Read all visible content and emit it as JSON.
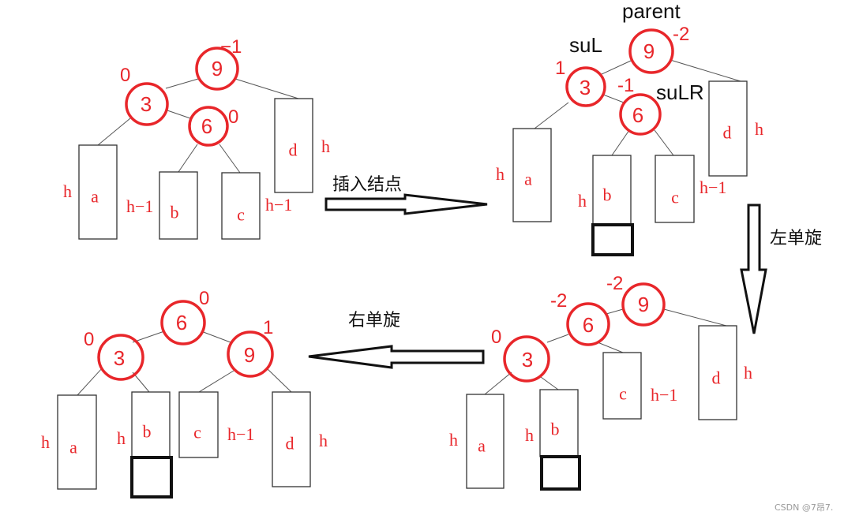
{
  "diagram": {
    "step_labels": {
      "insert": "插入结点",
      "left_rotate": "左单旋",
      "right_rotate": "右单旋"
    },
    "roles": {
      "parent": "parent",
      "subL": "suL",
      "subLR": "suLR"
    },
    "watermark": "CSDN @7昂7.",
    "panel1": {
      "nodes": {
        "n9": "9",
        "n3": "3",
        "n6": "6"
      },
      "bf": {
        "n9": "−1",
        "n3": "0",
        "n6": "0"
      },
      "subtrees": {
        "a": "a",
        "b": "b",
        "c": "c",
        "d": "d"
      },
      "heights": {
        "a": "h",
        "b": "h−1",
        "c": "h−1",
        "d": "h"
      }
    },
    "panel2": {
      "nodes": {
        "n9": "9",
        "n3": "3",
        "n6": "6"
      },
      "bf": {
        "n9": "-2",
        "n3": "1",
        "n6": "-1"
      },
      "subtrees": {
        "a": "a",
        "b": "b",
        "c": "c",
        "d": "d"
      },
      "heights": {
        "a": "h",
        "b": "h",
        "c": "h−1",
        "d": "h"
      }
    },
    "panel3": {
      "nodes": {
        "n9": "9",
        "n6": "6",
        "n3": "3"
      },
      "bf": {
        "n9": "-2",
        "n6": "-2",
        "n3": "0"
      },
      "subtrees": {
        "a": "a",
        "b": "b",
        "c": "c",
        "d": "d"
      },
      "heights": {
        "a": "h",
        "b": "h",
        "c": "h−1",
        "d": "h"
      }
    },
    "panel4": {
      "nodes": {
        "n6": "6",
        "n3": "3",
        "n9": "9"
      },
      "bf": {
        "n6": "0",
        "n3": "0",
        "n9": "1"
      },
      "subtrees": {
        "a": "a",
        "b": "b",
        "c": "c",
        "d": "d"
      },
      "heights": {
        "a": "h",
        "b": "h",
        "c": "h−1",
        "d": "h"
      }
    }
  }
}
